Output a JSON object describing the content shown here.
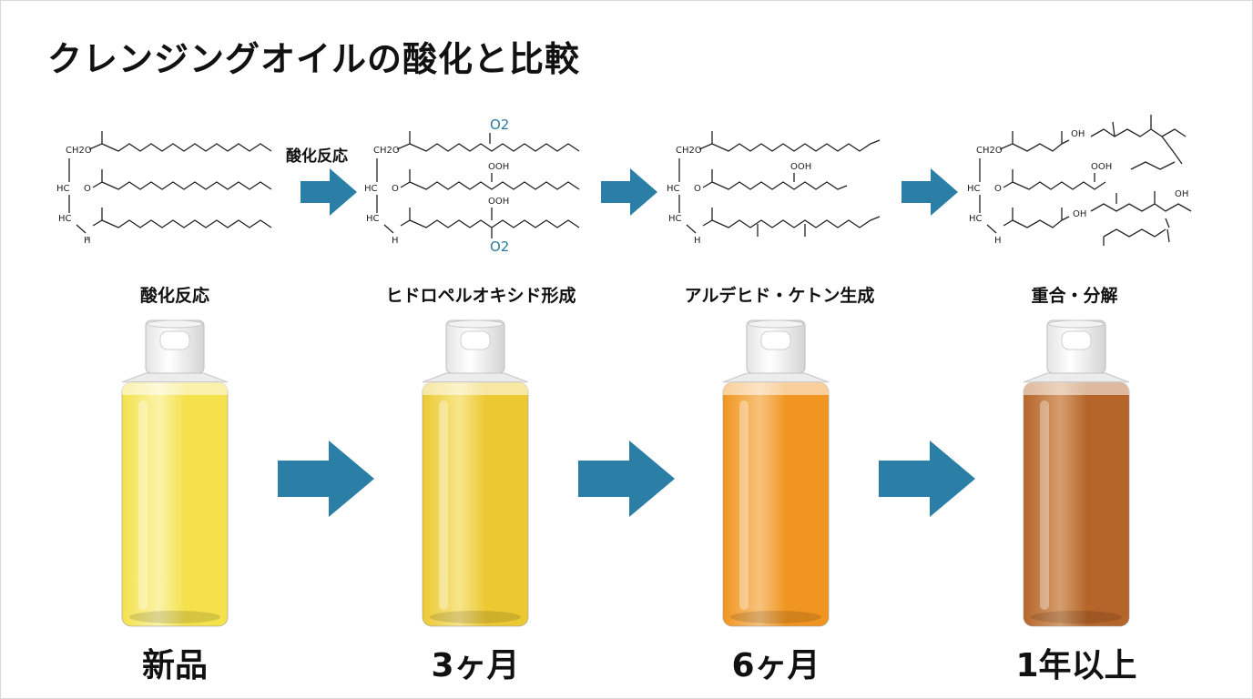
{
  "title": "クレンジングオイルの酸化と比較",
  "reaction_label": "酸化反応",
  "arrow_color": "#2b7fa6",
  "stages": [
    {
      "label": "酸化反応",
      "time": "新品",
      "oil_color": "#f4e14b",
      "oil_light": "#fbf3a8",
      "chem": {
        "ch2o": "CH2O",
        "hc": "HC",
        "o": "O",
        "ch2": "HC",
        "oh_h": "H"
      }
    },
    {
      "label": "ヒドロペルオキシド形成",
      "time": "3ヶ月",
      "oil_color": "#ecc933",
      "oil_light": "#f7e58a",
      "chem": {
        "ch2o": "CH2O",
        "hc": "HC",
        "o": "O",
        "ch2": "HC",
        "oh_h": "H",
        "o2_top": "O2",
        "ooh_mid": "OOH",
        "ooh_bottom": "OOH",
        "o2_bottom": "O2"
      }
    },
    {
      "label": "アルデヒド・ケトン生成",
      "time": "6ヶ月",
      "oil_color": "#f0951f",
      "oil_light": "#f8c27c",
      "chem": {
        "ch2o": "CH2O",
        "hc": "HC",
        "o": "O",
        "ch2": "HC",
        "oh_h": "H",
        "ooh_mid": "OOH"
      }
    },
    {
      "label": "重合・分解",
      "time": "1年以上",
      "oil_color": "#b5652a",
      "oil_light": "#d69d6d",
      "chem": {
        "ch2o": "CH2O",
        "hc": "HC",
        "o": "O",
        "ch2": "HC",
        "oh_h": "H",
        "ooh_mid": "OOH",
        "oh_a": "OH",
        "oh_b": "OH",
        "oh_c": "OH"
      }
    }
  ]
}
